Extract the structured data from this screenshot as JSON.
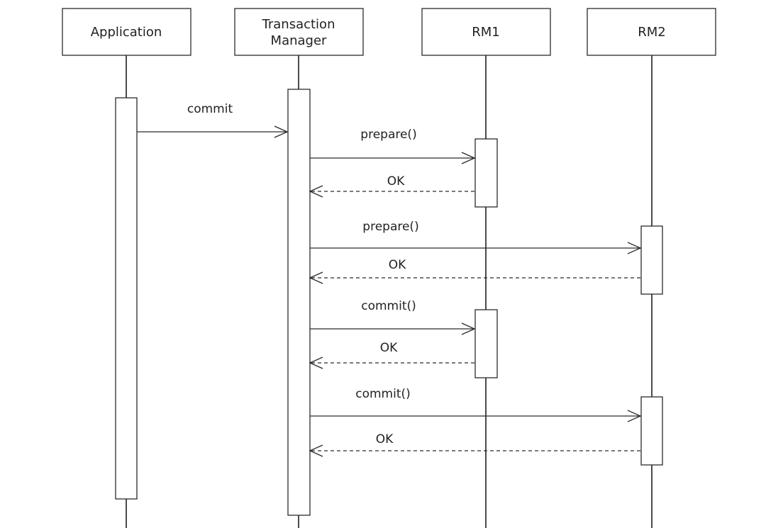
{
  "participants": [
    {
      "id": "app",
      "label_lines": [
        "Application"
      ]
    },
    {
      "id": "tm",
      "label_lines": [
        "Transaction",
        "Manager"
      ]
    },
    {
      "id": "rm1",
      "label_lines": [
        "RM1"
      ]
    },
    {
      "id": "rm2",
      "label_lines": [
        "RM2"
      ]
    }
  ],
  "messages": [
    {
      "from": "app",
      "to": "tm",
      "label": "commit",
      "kind": "sync"
    },
    {
      "from": "tm",
      "to": "rm1",
      "label": "prepare()",
      "kind": "sync"
    },
    {
      "from": "rm1",
      "to": "tm",
      "label": "OK",
      "kind": "return"
    },
    {
      "from": "tm",
      "to": "rm2",
      "label": "prepare()",
      "kind": "sync"
    },
    {
      "from": "rm2",
      "to": "tm",
      "label": "OK",
      "kind": "return"
    },
    {
      "from": "tm",
      "to": "rm1",
      "label": "commit()",
      "kind": "sync"
    },
    {
      "from": "rm1",
      "to": "tm",
      "label": "OK",
      "kind": "return"
    },
    {
      "from": "tm",
      "to": "rm2",
      "label": "commit()",
      "kind": "sync"
    },
    {
      "from": "rm2",
      "to": "tm",
      "label": "OK",
      "kind": "return"
    }
  ],
  "colors": {
    "line": "#2a2a2a",
    "background": "#ffffff"
  }
}
